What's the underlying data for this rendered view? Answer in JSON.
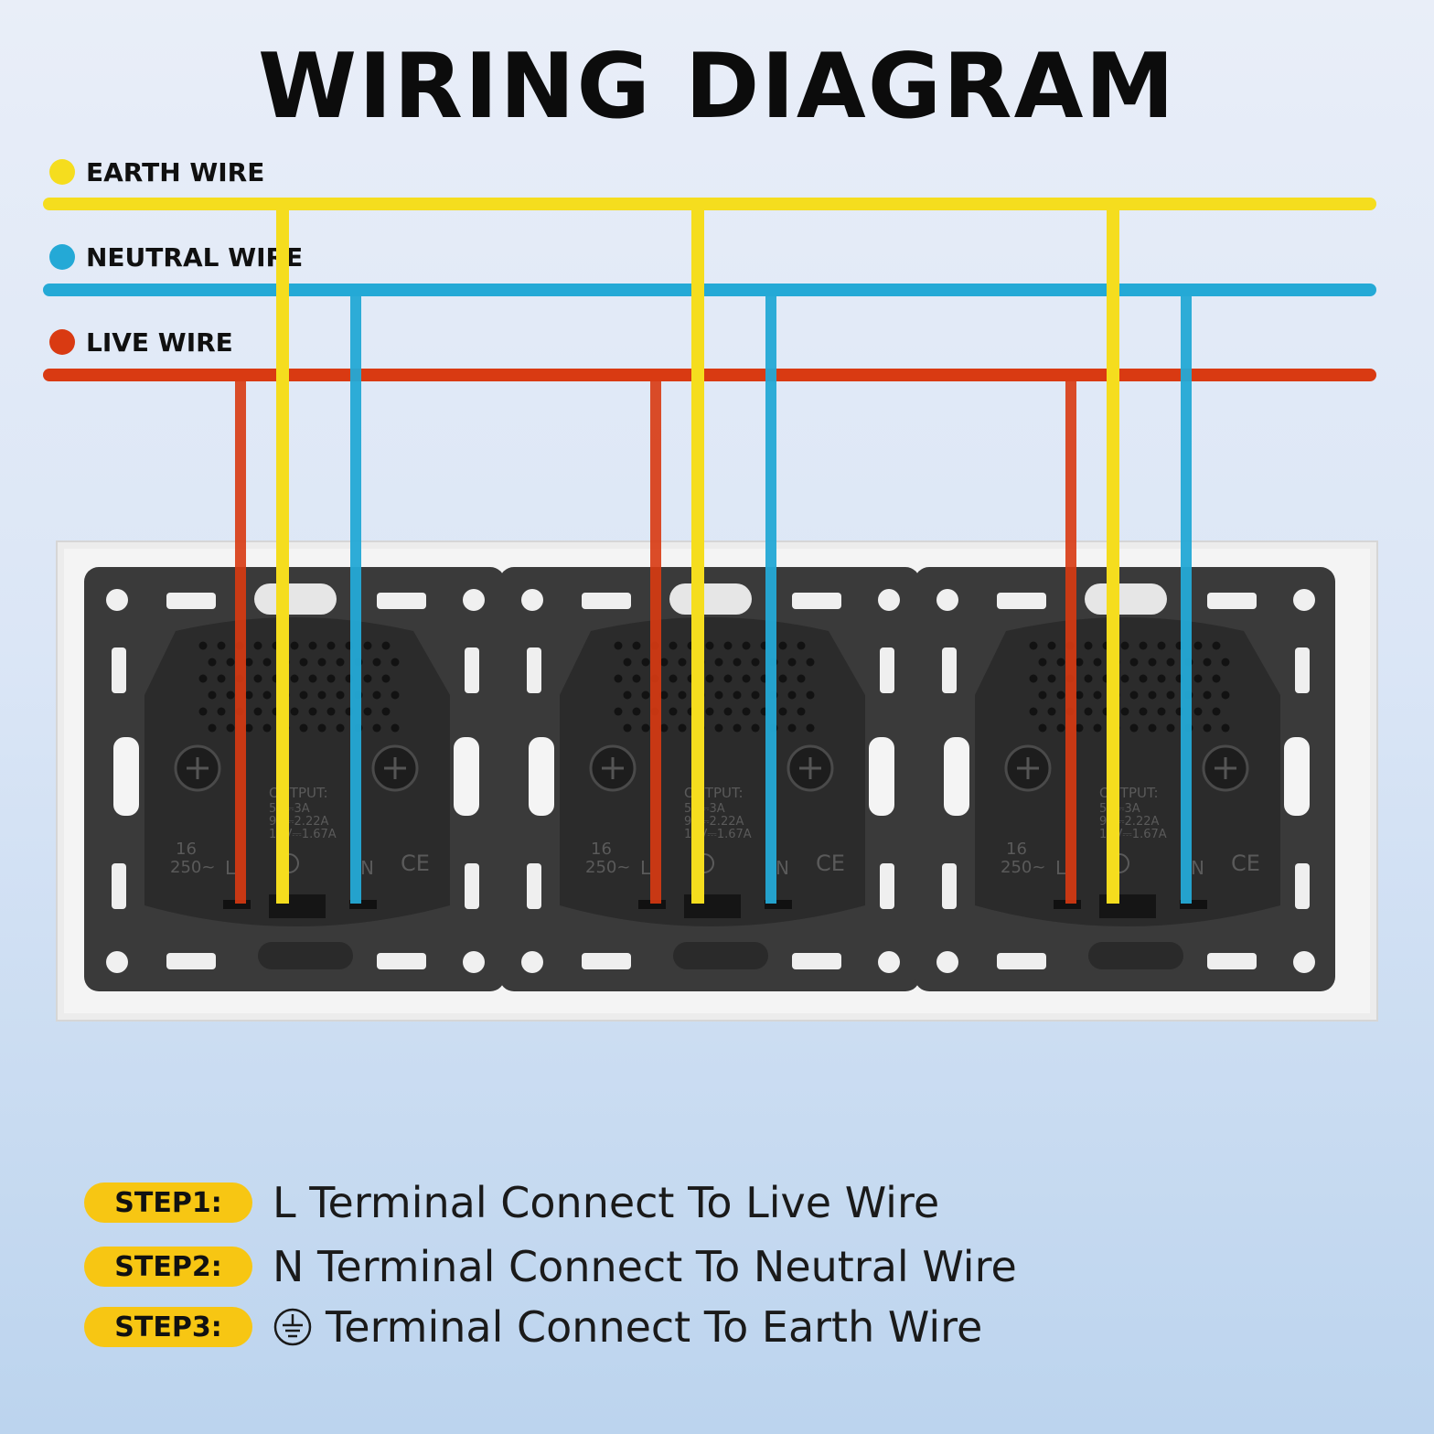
{
  "title": "WIRING DIAGRAM",
  "legend": {
    "earth": {
      "label": "EARTH WIRE",
      "color": "#f5dd1e"
    },
    "neutral": {
      "label": "NEUTRAL WIRE",
      "color": "#24a9d6"
    },
    "live": {
      "label": "LIVE WIRE",
      "color": "#d93a12"
    }
  },
  "socket_markings": {
    "output_title": "OUTPUT:",
    "output_line1": "5V⎓3A",
    "output_line2": "9V⎓2.22A",
    "output_line3": "12V⎓1.67A",
    "rating_current": "16",
    "rating_voltage": "250~",
    "live_terminal": "L",
    "neutral_terminal": "N",
    "ce_mark": "CE"
  },
  "socket_count": 3,
  "steps": [
    {
      "badge": "STEP1:",
      "text": "L Terminal Connect To Live Wire"
    },
    {
      "badge": "STEP2:",
      "text": "N Terminal Connect To Neutral Wire"
    },
    {
      "badge": "STEP3:",
      "text": "Terminal Connect To Earth Wire",
      "icon": "earth-ground-icon"
    }
  ]
}
